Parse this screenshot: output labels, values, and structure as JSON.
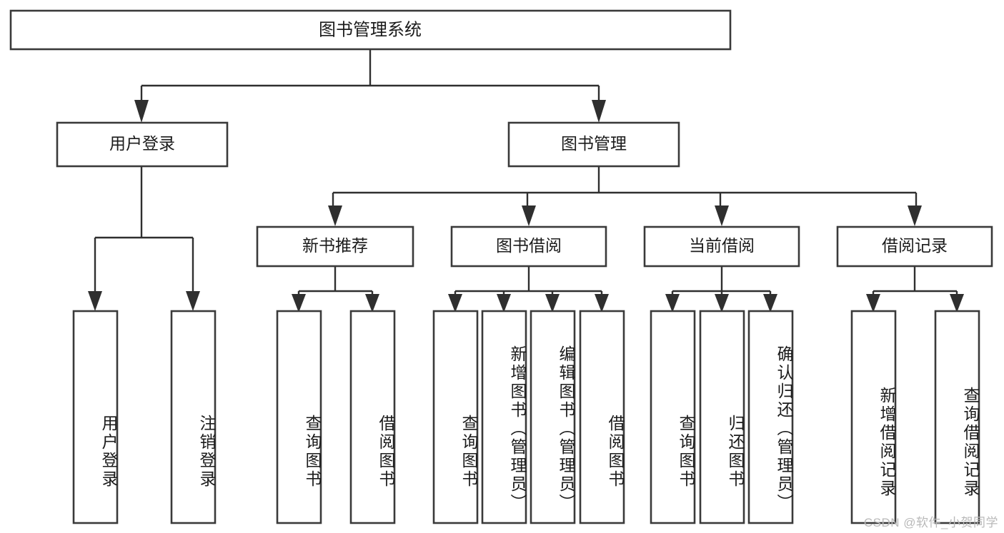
{
  "diagram": {
    "type": "tree",
    "title": "图书管理系统",
    "orientation": "top-down",
    "style": {
      "box_fill": "#ffffff",
      "box_stroke": "#3a3a3a",
      "connector_stroke": "#2f2f2f",
      "text_color": "#1b1b1b",
      "background": "#ffffff",
      "watermark_color": "#b9b9b9"
    },
    "root": {
      "label": "图书管理系统"
    },
    "level2": [
      {
        "label": "用户登录"
      },
      {
        "label": "图书管理"
      }
    ],
    "level3": [
      {
        "label": "新书推荐"
      },
      {
        "label": "图书借阅"
      },
      {
        "label": "当前借阅"
      },
      {
        "label": "借阅记录"
      }
    ],
    "leaves": {
      "user_login": [
        {
          "label": "用户登录"
        },
        {
          "label": "注销登录"
        }
      ],
      "new_book_recommend": [
        {
          "label": "查询图书"
        },
        {
          "label": "借阅图书"
        }
      ],
      "book_borrow": [
        {
          "label": "查询图书"
        },
        {
          "label": "新增图书（管理员）"
        },
        {
          "label": "编辑图书（管理员）"
        },
        {
          "label": "借阅图书"
        }
      ],
      "current_borrow": [
        {
          "label": "查询图书"
        },
        {
          "label": "归还图书"
        },
        {
          "label": "确认归还（管理员）"
        }
      ],
      "borrow_records": [
        {
          "label": "新增借阅记录"
        },
        {
          "label": "查询借阅记录"
        }
      ]
    }
  },
  "watermark": {
    "text": "CSDN @软件_小贺同学"
  }
}
